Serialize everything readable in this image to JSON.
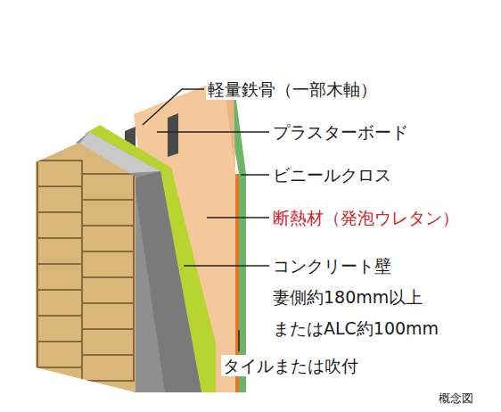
{
  "diagram": {
    "labels": [
      "軽量鉄骨（一部木軸）",
      "プラスターボード",
      "ビニールクロス",
      "断熱材（発泡ウレタン）",
      "コンクリート壁 妻側約180mm以上 またはALC約100mm",
      "タイルまたは吹付",
      "概念図"
    ]
  }
}
